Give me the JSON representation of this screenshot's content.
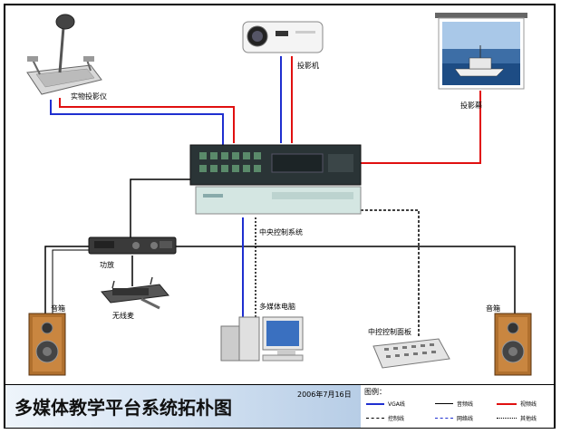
{
  "diagram": {
    "title": "多媒体教学平台系统拓朴图",
    "date": "2006年7月16日",
    "nodes": {
      "visualizer": "实物投影仪",
      "projector": "投影机",
      "screen": "投影幕",
      "central_control": "中央控制系统",
      "power_amp": "功放",
      "wireless_mic": "无线麦",
      "computer": "多媒体电脑",
      "control_panel": "中控控制面板",
      "speaker_left": "音箱",
      "speaker_right": "音箱"
    },
    "legend": {
      "title": "图例：",
      "items": [
        {
          "label": "VGA线",
          "color": "#1f2fd0",
          "style": "solid"
        },
        {
          "label": "音频线",
          "color": "#000000",
          "style": "solid"
        },
        {
          "label": "控制线",
          "color": "#000000",
          "style": "dashed"
        },
        {
          "label": "视频线",
          "color": "#e01010",
          "style": "solid"
        },
        {
          "label": "网络线",
          "color": "#1f2fd0",
          "style": "dashed"
        },
        {
          "label": "其他线",
          "color": "#000000",
          "style": "dotted"
        }
      ]
    },
    "colors": {
      "vga": "#1f2fd0",
      "video": "#e01010",
      "audio": "#000000",
      "title_gradient_end": "#b7cde6"
    }
  }
}
